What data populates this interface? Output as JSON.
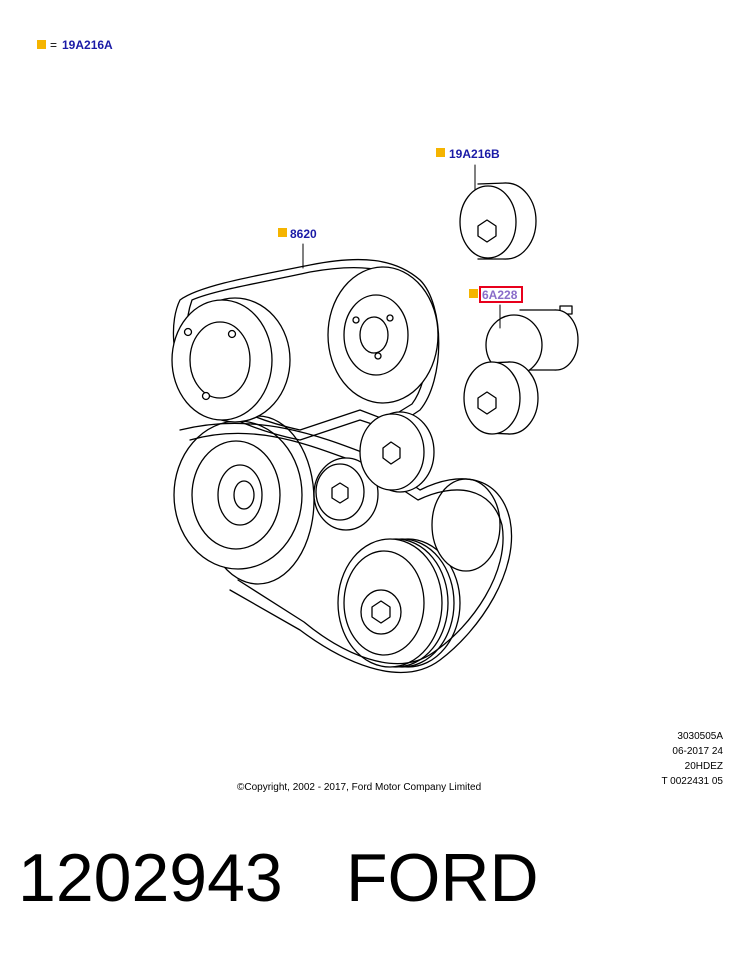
{
  "colors": {
    "marker": "#f5b400",
    "label": "#1a1aa6",
    "highlight_border": "#e8001c",
    "highlight_text": "#8a6cc9",
    "line": "#000000"
  },
  "legend": {
    "marker_icon": "square-marker-icon",
    "equals": "=",
    "part": "19A216A"
  },
  "labels": {
    "idler_top": "19A216B",
    "belt": "8620",
    "tensioner": "6A228"
  },
  "meta_lines": [
    "3030505A",
    "06-2017 24",
    "20HDEZ",
    "T 0022431 05"
  ],
  "copyright": "©Copyright, 2002 - 2017, Ford Motor Company Limited",
  "part_number": "1202943",
  "brand": "FORD"
}
